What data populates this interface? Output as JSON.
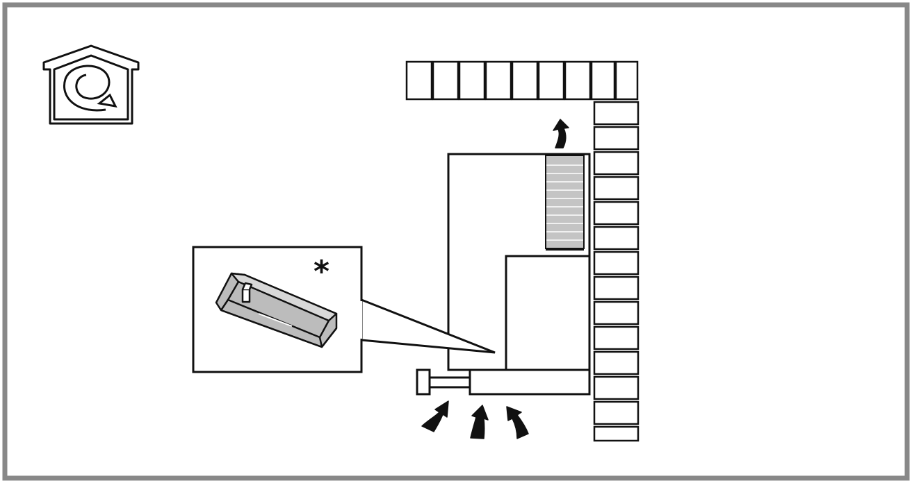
{
  "diagram": {
    "callout": {
      "label": "*"
    },
    "icons": {
      "recirculation_mode": "house-recirculation-icon",
      "airflow": "airflow-arrow-icon"
    },
    "colors": {
      "border": "#888888",
      "line": "#111111",
      "shade": "#bdbdbd",
      "background": "#ffffff"
    },
    "parts": {
      "wall": "brick-wall",
      "unit": "indoor-unit",
      "filter": "air-filter",
      "inset": "filter-detail"
    }
  }
}
